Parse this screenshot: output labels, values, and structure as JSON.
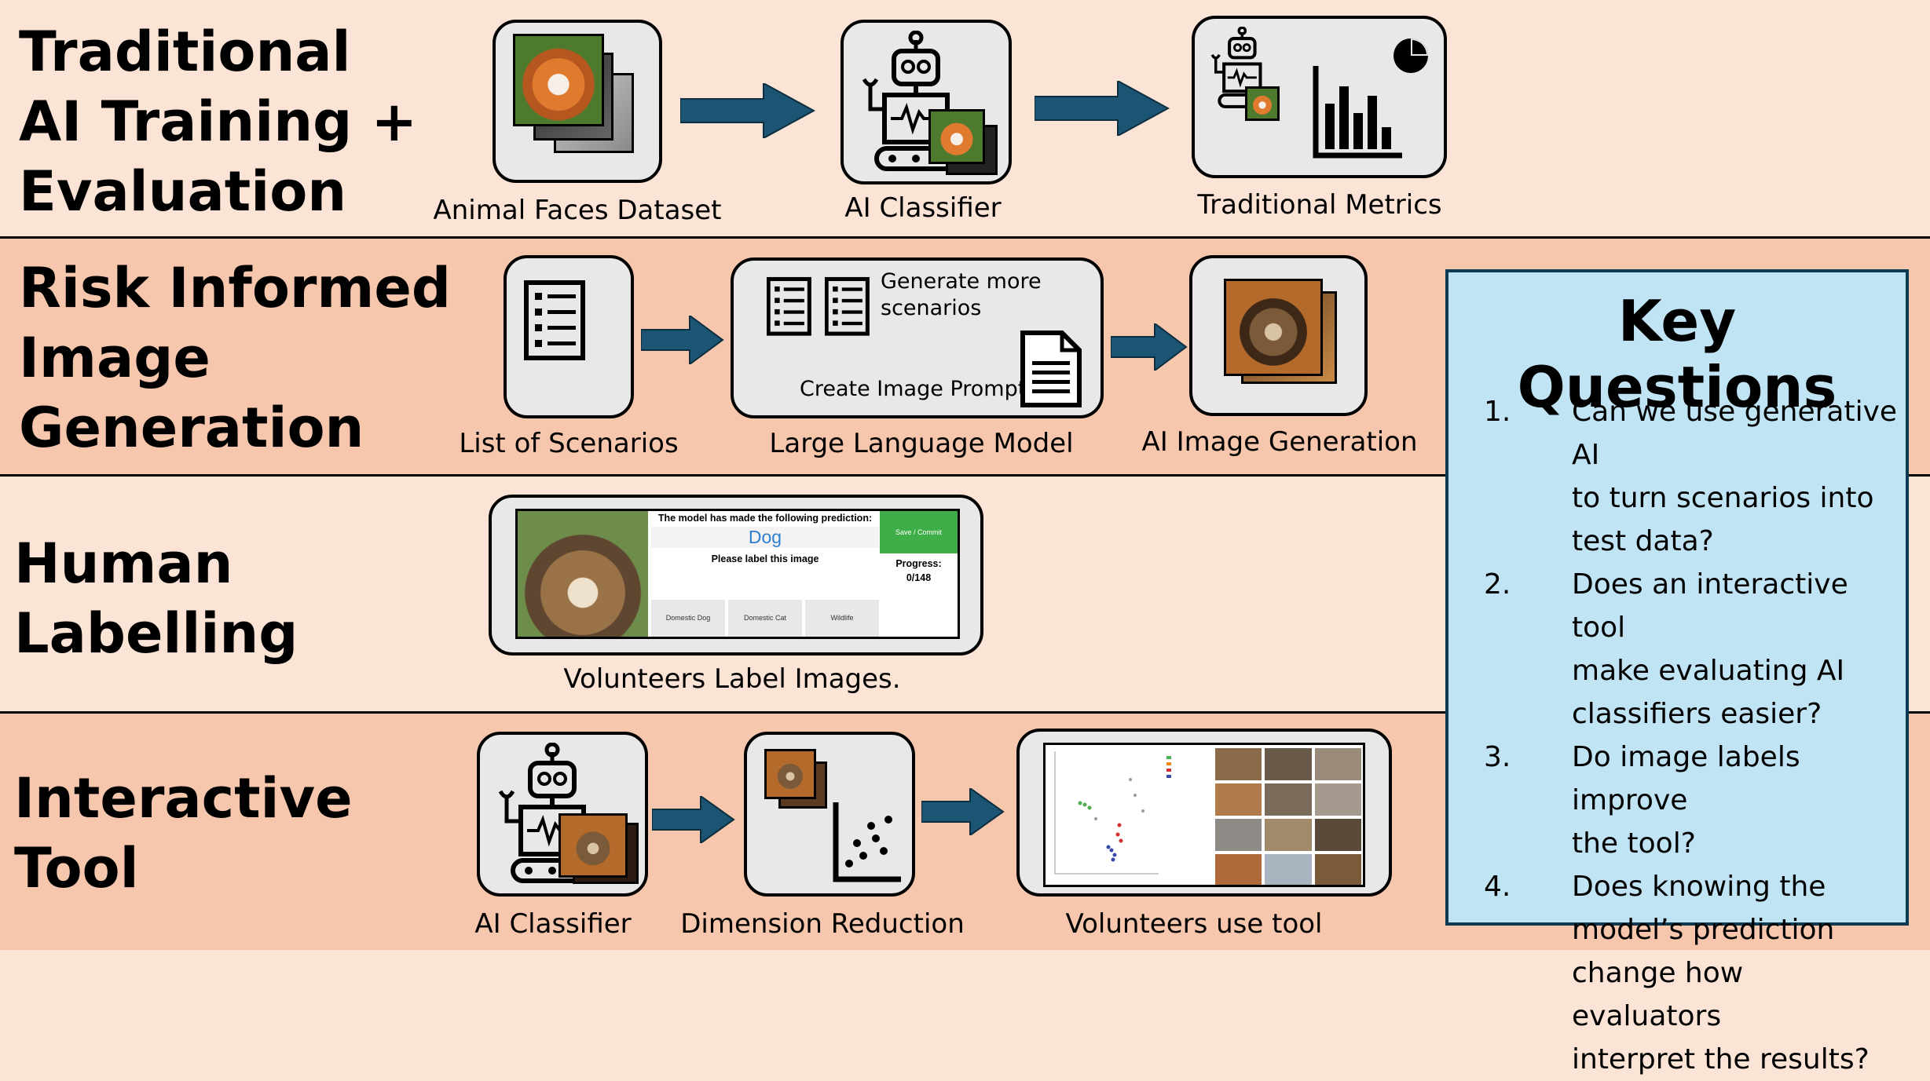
{
  "rows": [
    {
      "title_lines": [
        "Traditional",
        "AI Training +",
        "Evaluation"
      ]
    },
    {
      "title_lines": [
        "Risk Informed",
        "Image",
        "Generation"
      ]
    },
    {
      "title_lines": [
        "Human",
        "Labelling"
      ]
    },
    {
      "title_lines": [
        "Interactive",
        "Tool"
      ]
    }
  ],
  "captions": {
    "dataset": "Animal Faces Dataset",
    "classifier": "AI Classifier",
    "metrics": "Traditional Metrics",
    "scenarios": "List of Scenarios",
    "llm": "Large Language Model",
    "imagegen": "AI Image Generation",
    "volunteers_label": "Volunteers Label Images.",
    "classifier2": "AI Classifier",
    "dimred": "Dimension Reduction",
    "volunteers_tool": "Volunteers use tool"
  },
  "llm_box": {
    "generate_more": [
      "Generate more",
      "scenarios"
    ],
    "create_prompt": "Create Image Prompt"
  },
  "labelling_ui": {
    "prediction_heading": "The model has made the following prediction:",
    "prediction": "Dog",
    "instruction": "Please label this image",
    "save_button": "Save / Commit",
    "progress_label": "Progress:",
    "progress_value": "0/148",
    "options": [
      "Domestic Dog",
      "Domestic Cat",
      "Wildlife"
    ]
  },
  "key_questions": {
    "title": "Key Questions",
    "items": [
      {
        "num": "1.",
        "lines": [
          "Can we use generative AI",
          "to turn scenarios into",
          "test data?"
        ]
      },
      {
        "num": "2.",
        "lines": [
          "Does an interactive tool",
          "make evaluating AI",
          "classifiers easier?"
        ]
      },
      {
        "num": "3.",
        "lines": [
          "Do image labels improve",
          "the tool?"
        ]
      },
      {
        "num": "4.",
        "lines": [
          "Does knowing the",
          "model’s prediction",
          "change how evaluators",
          "interpret the results?"
        ]
      }
    ]
  },
  "colors": {
    "band_light": "#fbe3d6",
    "band_dark": "#f6c6ad",
    "arrow": "#1c5573",
    "key_questions_bg": "#c1e4f5",
    "save_button": "#3fae49",
    "prediction_text": "#2f7fd1"
  }
}
